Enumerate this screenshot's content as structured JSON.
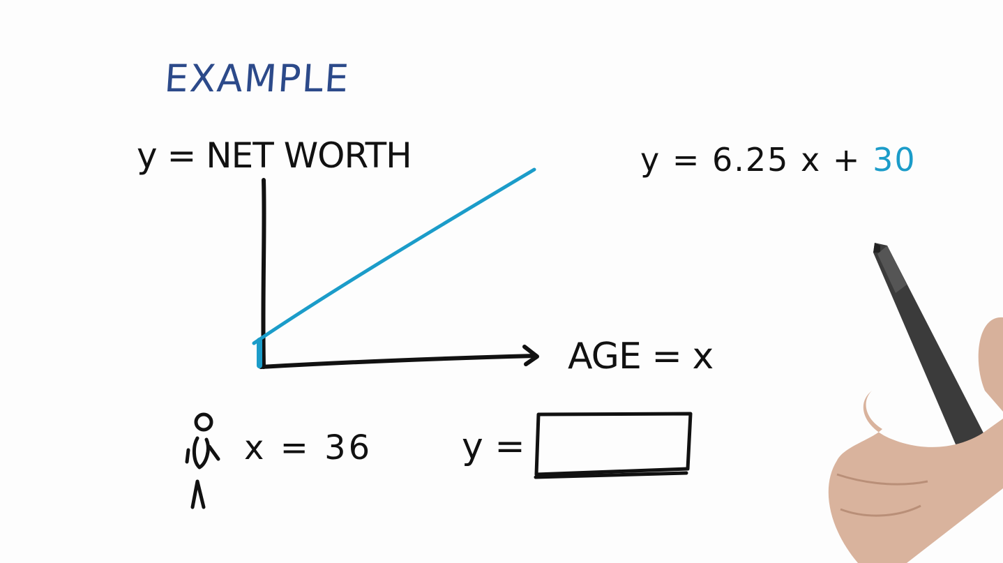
{
  "title": "EXAMPLE",
  "y_axis_label": "y = NET WORTH",
  "x_axis_label": "AGE = x",
  "equation": {
    "lhs": "y = 6.25 x + ",
    "intercept": "30"
  },
  "given_value": "x = 36",
  "answer_prompt": {
    "label": "y =",
    "value": ""
  },
  "colors": {
    "title": "#2c4a8a",
    "line": "#1b9cc9",
    "ink": "#111111"
  },
  "icons": [
    "stick-figure-icon",
    "pen-icon",
    "hand-icon"
  ]
}
